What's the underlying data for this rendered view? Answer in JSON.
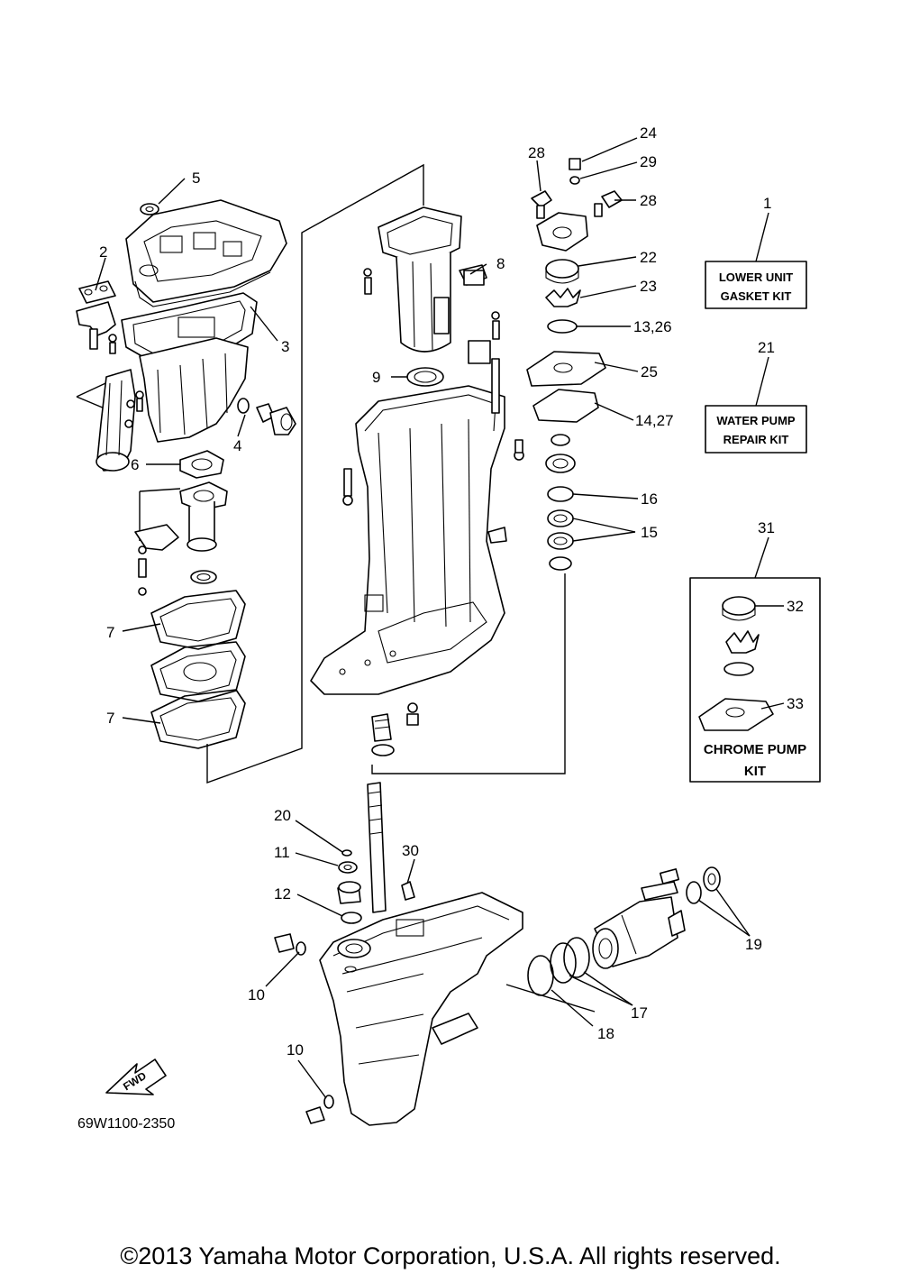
{
  "diagram_code": "69W1100-2350",
  "copyright": "©2013 Yamaha Motor Corporation, U.S.A. All rights reserved.",
  "fwd_label": "FWD",
  "kit_boxes": {
    "lower_unit": {
      "line1": "LOWER UNIT",
      "line2": "GASKET KIT"
    },
    "water_pump": {
      "line1": "WATER PUMP",
      "line2": "REPAIR KIT"
    },
    "chrome_pump": {
      "line1": "CHROME PUMP",
      "line2": "KIT"
    }
  },
  "callouts": {
    "c1": "1",
    "c2": "2",
    "c3": "3",
    "c4": "4",
    "c5": "5",
    "c6": "6",
    "c7a": "7",
    "c7b": "7",
    "c8": "8",
    "c9": "9",
    "c10a": "10",
    "c10b": "10",
    "c11": "11",
    "c12": "12",
    "c13": "13,26",
    "c14": "14,27",
    "c15": "15",
    "c16": "16",
    "c17": "17",
    "c18": "18",
    "c19": "19",
    "c20": "20",
    "c21": "21",
    "c22": "22",
    "c23": "23",
    "c24": "24",
    "c25": "25",
    "c28a": "28",
    "c28b": "28",
    "c29": "29",
    "c30": "30",
    "c31": "31",
    "c32": "32",
    "c33": "33"
  }
}
